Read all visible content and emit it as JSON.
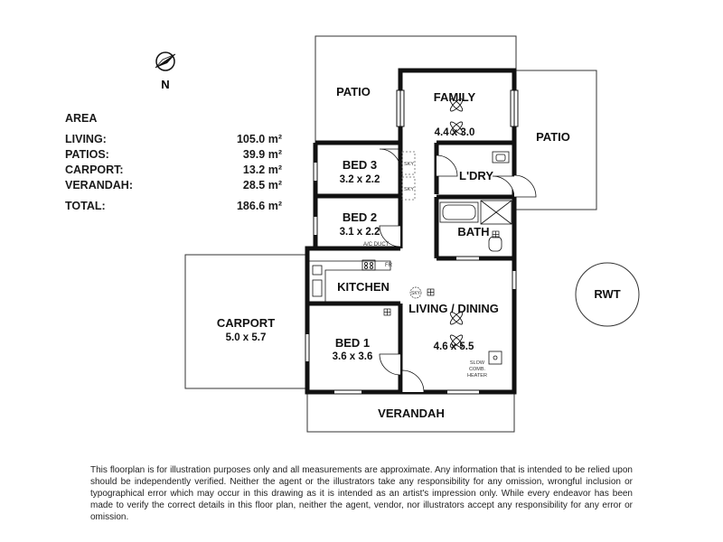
{
  "compass": {
    "label": "N"
  },
  "area": {
    "title": "AREA",
    "rows": [
      {
        "label": "LIVING:",
        "value": "105.0 m²"
      },
      {
        "label": "PATIOS:",
        "value": "39.9 m²"
      },
      {
        "label": "CARPORT:",
        "value": "13.2 m²"
      },
      {
        "label": "VERANDAH:",
        "value": "28.5 m²"
      }
    ],
    "total": {
      "label": "TOTAL:",
      "value": "186.6 m²"
    }
  },
  "rooms": {
    "patio_left": "PATIO",
    "family": {
      "name": "FAMILY",
      "dims": "4.4 x 3.0"
    },
    "patio_right": "PATIO",
    "bed3": {
      "name": "BED 3",
      "dims": "3.2 x 2.2"
    },
    "laundry": "L'DRY",
    "bed2": {
      "name": "BED 2",
      "dims": "3.1 x 2.2"
    },
    "bath": "BATH",
    "ac_duct": "A/C DUCT",
    "fridge": "FR",
    "kitchen": "KITCHEN",
    "sky": "SKY",
    "living_dining": {
      "name": "LIVING / DINING",
      "dims": "4.6 x 5.5"
    },
    "carport": {
      "name": "CARPORT",
      "dims": "5.0 x 5.7"
    },
    "bed1": {
      "name": "BED 1",
      "dims": "3.6 x 3.6"
    },
    "heater": [
      "SLOW",
      "COMB.",
      "HEATER"
    ],
    "verandah": "VERANDAH",
    "rwt": "RWT"
  },
  "disclaimer": "This floorplan is for illustration purposes only and all measurements are approximate. Any information that is intended to be relied upon should be independently verified. Neither the agent or the illustrators take any responsibility for any omission, wrongful inclusion or typographical error which may occur in this drawing as it is intended as an artist's impression only. While every endeavor has been made to verify the correct details in this floor plan, neither the agent, vendor, nor illustrators accept any responsibility for any error or omission."
}
